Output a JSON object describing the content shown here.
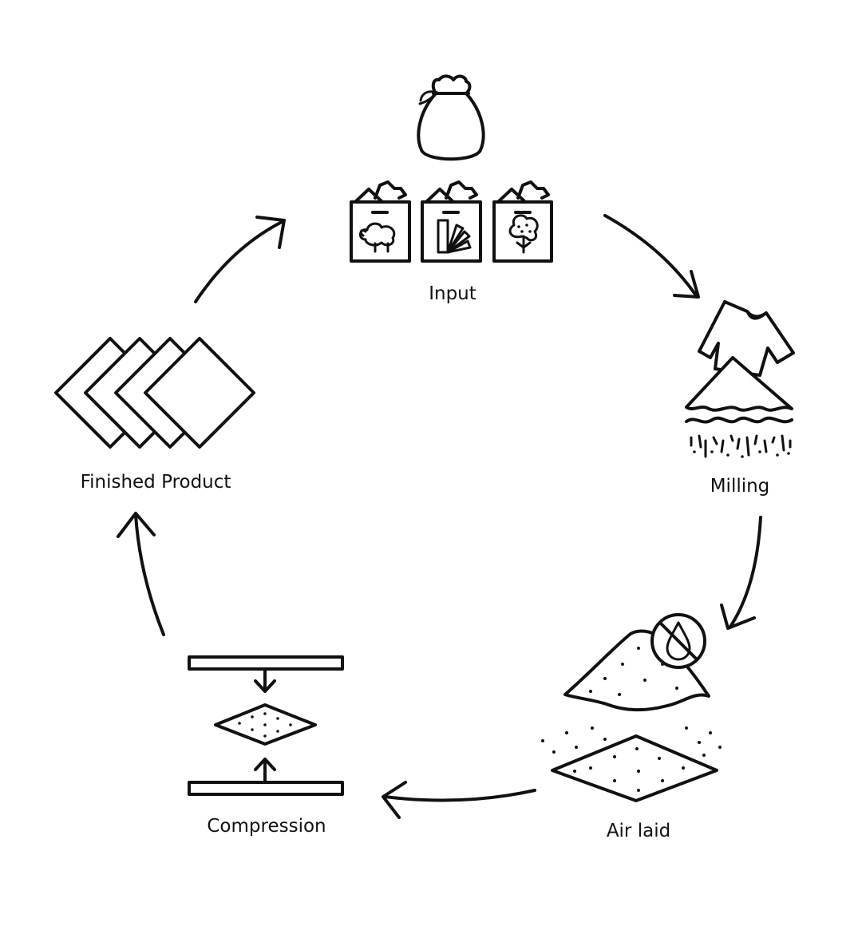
{
  "diagram": {
    "steps": [
      {
        "id": "input",
        "label": "Input"
      },
      {
        "id": "milling",
        "label": "Milling"
      },
      {
        "id": "air-laid",
        "label": "Air laid"
      },
      {
        "id": "compression",
        "label": "Compression"
      },
      {
        "id": "finished-product",
        "label": "Finished Product"
      }
    ],
    "icons": {
      "input": [
        "sack-icon",
        "wool-bin-icon",
        "synthetic-bin-icon",
        "cotton-bin-icon"
      ],
      "milling": [
        "tshirt-icon",
        "fabric-pile-icon",
        "fibre-particles-icon"
      ],
      "air_laid": [
        "fibre-mound-icon",
        "no-water-icon",
        "fibre-mat-icon"
      ],
      "compression": [
        "press-plate-icon",
        "compressed-mat-icon"
      ],
      "finished_product": [
        "stacked-panels-icon"
      ]
    },
    "colors": {
      "stroke": "#111111",
      "background": "#ffffff"
    }
  }
}
